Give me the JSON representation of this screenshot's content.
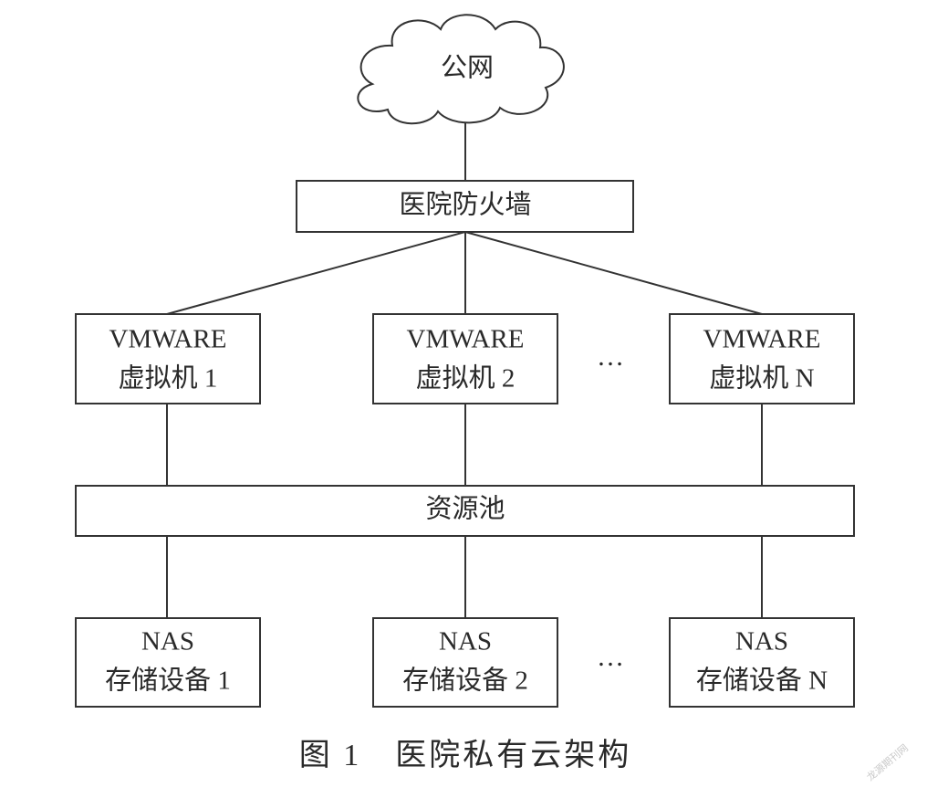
{
  "diagram": {
    "cloud": {
      "label": "公网"
    },
    "firewall": {
      "label": "医院防火墙"
    },
    "vms": [
      {
        "line1": "VMWARE",
        "line2": "虚拟机 1"
      },
      {
        "line1": "VMWARE",
        "line2": "虚拟机 2"
      },
      {
        "line1": "VMWARE",
        "line2": "虚拟机 N"
      }
    ],
    "vm_ellipsis": "…",
    "pool": {
      "label": "资源池"
    },
    "storage": [
      {
        "line1": "NAS",
        "line2": "存储设备 1"
      },
      {
        "line1": "NAS",
        "line2": "存储设备 2"
      },
      {
        "line1": "NAS",
        "line2": "存储设备 N"
      }
    ],
    "storage_ellipsis": "…",
    "caption": "图 1　医院私有云架构",
    "watermark": "龙源期刊网"
  }
}
